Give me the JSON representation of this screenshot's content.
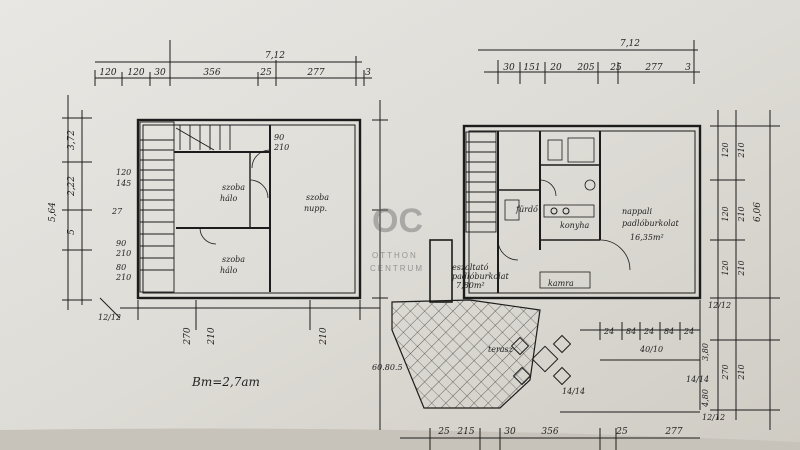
{
  "watermark": {
    "logo": "OC",
    "line1": "OTTHON",
    "line2": "CENTRUM"
  },
  "left_plan": {
    "top_total": "7,12",
    "top_dims": [
      "120",
      "120",
      "30",
      "356",
      "25",
      "277",
      "3"
    ],
    "left_total": "5,64",
    "left_dims": [
      "3,72",
      "2,22",
      "5"
    ],
    "rooms": [
      {
        "name": "szoba",
        "note": "hálo"
      },
      {
        "name": "szoba",
        "note": "nupp."
      },
      {
        "name": "szoba",
        "note": "hálo"
      }
    ],
    "misc_dims": [
      "120",
      "145",
      "90",
      "210",
      "80",
      "210",
      "90",
      "210",
      "27"
    ],
    "bottom_dims": [
      "270",
      "210",
      "210"
    ],
    "corner_dim": "12/12",
    "height_note": "Bm=2,7am"
  },
  "right_plan": {
    "top_total": "7,12",
    "top_dims": [
      "30",
      "151",
      "20",
      "205",
      "25",
      "277",
      "3"
    ],
    "right_total": "6,06",
    "right_dims": [
      "120",
      "210",
      "120",
      "210",
      "120",
      "210",
      "270",
      "210"
    ],
    "rooms": [
      {
        "name": "nappali",
        "note": "padlóburkolat",
        "area": "16,35m²"
      },
      {
        "name": "eszoltató",
        "note": "padlóburkolat",
        "area": "7,80m²"
      },
      {
        "name": "konyha",
        "note": ""
      },
      {
        "name": "fürdő",
        "note": ""
      },
      {
        "name": "terasz",
        "note": ""
      },
      {
        "name": "kamra",
        "note": ""
      }
    ],
    "misc_dims": [
      "60.80.5",
      "24",
      "84",
      "24",
      "84",
      "24",
      "3,80",
      "4,80",
      "40/10"
    ],
    "bottom_dims": [
      "25",
      "215",
      "30",
      "356",
      "25",
      "277"
    ],
    "corner_dims": [
      "14/14",
      "12/12",
      "12/12",
      "14/14"
    ]
  }
}
